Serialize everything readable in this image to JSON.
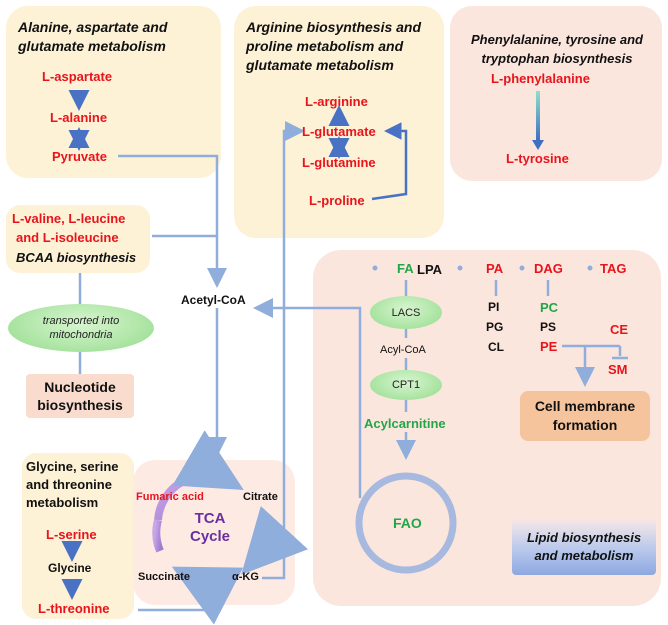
{
  "panels": {
    "alanine": {
      "title": "Alanine, aspartate and glutamate metabolism",
      "aspartate": "L-aspartate",
      "alanine": "L-alanine",
      "pyruvate": "Pyruvate"
    },
    "arginine": {
      "title": "Arginine biosynthesis and proline metabolism and glutamate metabolism",
      "arginine": "L-arginine",
      "glutamate": "L-glutamate",
      "glutamine": "L-glutamine",
      "proline": "L-proline"
    },
    "phenyl": {
      "title": "Phenylalanine, tyrosine and tryptophan biosynthesis",
      "phenylalanine": "L-phenylalanine",
      "tyrosine": "L-tyrosine"
    },
    "bcaa": {
      "line1": "L-valine, L-leucine",
      "line2": "and L-isoleucine",
      "line3": "BCAA biosynthesis",
      "transport": "transported into mitochondria",
      "nucleotide": "Nucleotide biosynthesis"
    },
    "glycine": {
      "title": "Glycine, serine and threonine metabolism",
      "serine": "L-serine",
      "glycine": "Glycine",
      "threonine": "L-threonine"
    },
    "tca": {
      "fumaric": "Fumaric acid",
      "citrate": "Citrate",
      "center": "TCA Cycle",
      "succinate": "Succinate",
      "akg": "α-KG"
    },
    "lipid": {
      "fa": "FA",
      "lpa": "LPA",
      "pa": "PA",
      "dag": "DAG",
      "tag": "TAG",
      "lacs": "LACS",
      "acylcoa": "Acyl-CoA",
      "cpt1": "CPT1",
      "acylcarnitine": "Acylcarnitine",
      "fao": "FAO",
      "pi": "PI",
      "pg": "PG",
      "cl": "CL",
      "pc": "PC",
      "ps": "PS",
      "pe": "PE",
      "ce": "CE",
      "sm": "SM",
      "membrane": "Cell membrane formation",
      "label": "Lipid biosynthesis and metabolism"
    }
  },
  "acetyl": "Acetyl-CoA",
  "colors": {
    "red": "#e8141c",
    "green": "#22a648",
    "arrow": "#90aedb",
    "dark_arrow": "#4a72c4",
    "yellow_panel": "#fdf1d6",
    "peach_panel": "#fbe6de",
    "tca_purple": "#6a2fa0"
  }
}
